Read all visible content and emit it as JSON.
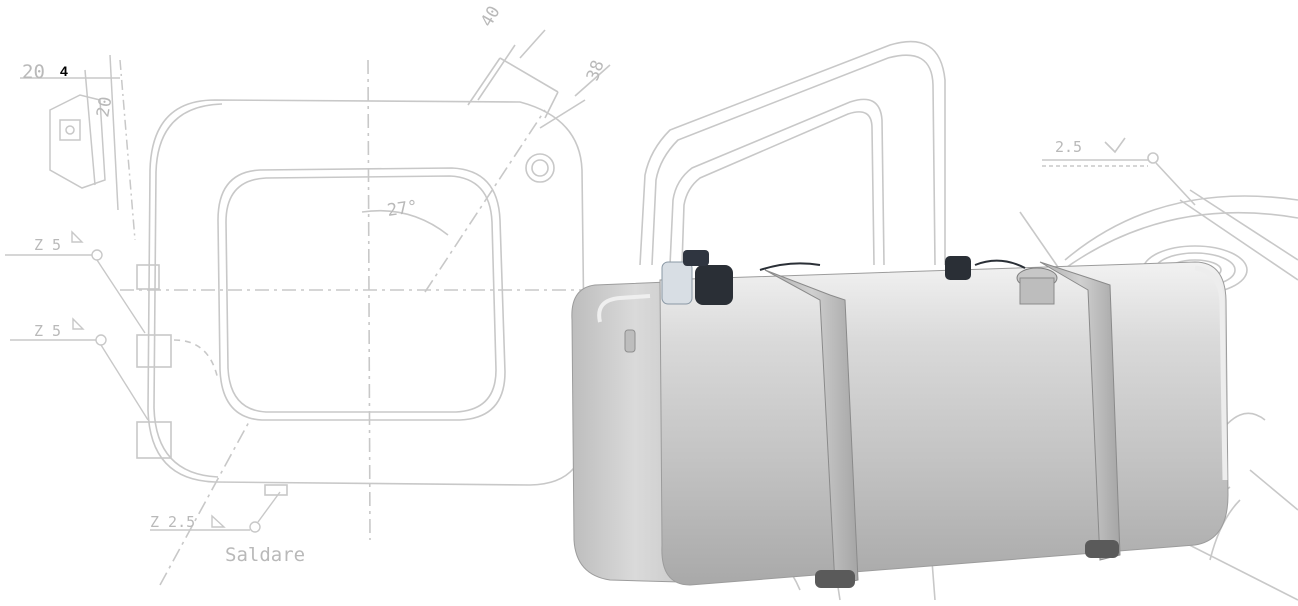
{
  "dimensions": {
    "top_left_20": "20",
    "marker_4": "4",
    "side_20": "20",
    "top_40": "40",
    "top_38": "38",
    "angle_27": "27°"
  },
  "welds": {
    "left_upper": "Z 5",
    "left_lower": "Z 5",
    "bottom": "Z 2.5",
    "right": "2.5"
  },
  "notes": {
    "saldare": "Saldare"
  },
  "colors": {
    "drawing_line": "#c8c8c8",
    "text": "#b9b9b9",
    "tank_body": "#c9c9c9",
    "tank_highlight": "#eeeeee",
    "cap": "#2a2f36"
  }
}
